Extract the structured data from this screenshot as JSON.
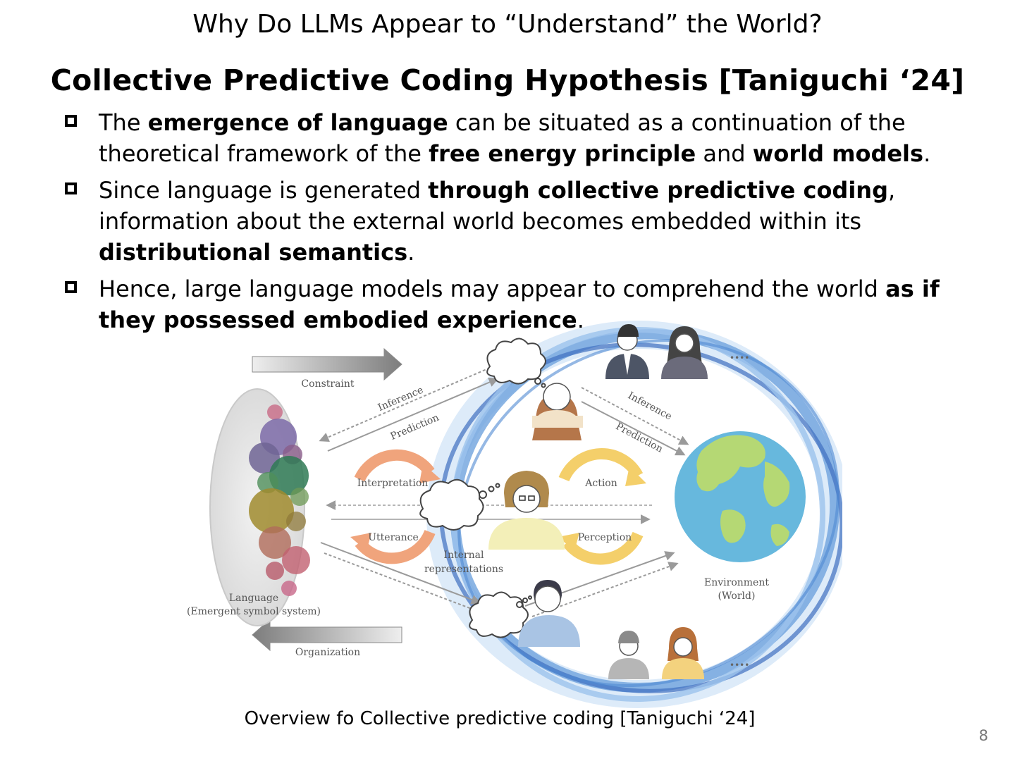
{
  "slide": {
    "title": "Why Do LLMs Appear to “Understand” the World?",
    "heading": "Collective Predictive Coding Hypothesis [Taniguchi ‘24]",
    "bullets": [
      {
        "segments": [
          {
            "text": "The ",
            "bold": false
          },
          {
            "text": "emergence of language",
            "bold": true
          },
          {
            "text": " can be situated as a continuation of the theoretical framework of the ",
            "bold": false
          },
          {
            "text": "free energy principle",
            "bold": true
          },
          {
            "text": " and ",
            "bold": false
          },
          {
            "text": "world models",
            "bold": true
          },
          {
            "text": ".",
            "bold": false
          }
        ]
      },
      {
        "segments": [
          {
            "text": "Since language is generated ",
            "bold": false
          },
          {
            "text": "through collective predictive coding",
            "bold": true
          },
          {
            "text": ", information about the external world becomes embedded within its ",
            "bold": false
          },
          {
            "text": "distributional semantics",
            "bold": true
          },
          {
            "text": ".",
            "bold": false
          }
        ]
      },
      {
        "segments": [
          {
            "text": "Hence, large language models may appear to comprehend the world ",
            "bold": false
          },
          {
            "text": "as if they possessed embodied experience",
            "bold": true
          },
          {
            "text": ".",
            "bold": false
          }
        ]
      }
    ],
    "caption": "Overview fo Collective predictive coding  [Taniguchi ‘24]",
    "page_number": "8"
  },
  "figure": {
    "labels": {
      "constraint": "Constraint",
      "organization": "Organization",
      "inference_left": "Inference",
      "prediction_left": "Prediction",
      "inference_right": "Inference",
      "prediction_right": "Prediction",
      "interpretation": "Interpretation",
      "utterance": "Utterance",
      "action": "Action",
      "perception": "Perception",
      "internal_line1": "Internal",
      "internal_line2": "representations",
      "language_line1": "Language",
      "language_line2": "(Emergent symbol system)",
      "environment_line1": "Environment",
      "environment_line2": "(World)",
      "ellipsis_top": "••••",
      "ellipsis_bottom": "••••"
    },
    "colors": {
      "ring": "#6fa3dd",
      "ring_dark": "#3f6fc0",
      "globe_ocean": "#67b8dd",
      "globe_land": "#b5d874",
      "arrow_orange": "#f0a47c",
      "arrow_yellow": "#f4cf6a",
      "gray_arrow": "#9a9a9a"
    }
  }
}
